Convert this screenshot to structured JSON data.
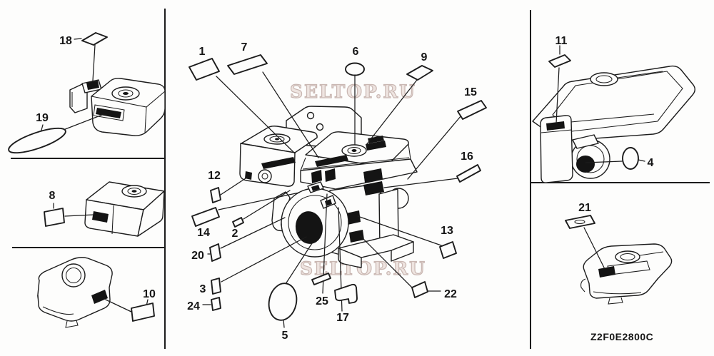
{
  "figure": {
    "part_code": "Z2F0E2800C",
    "watermark": {
      "text": "SELTOP.RU",
      "color": "#cbbab5"
    },
    "ink_color": "#1c1c1c",
    "callouts": {
      "n1": "1",
      "n2": "2",
      "n3": "3",
      "n4": "4",
      "n5": "5",
      "n6": "6",
      "n7": "7",
      "n8": "8",
      "n9": "9",
      "n10": "10",
      "n11": "11",
      "n12": "12",
      "n13": "13",
      "n14": "14",
      "n15": "15",
      "n16": "16",
      "n17": "17",
      "n18": "18",
      "n19": "19",
      "n20": "20",
      "n21": "21",
      "n22": "22",
      "n24": "24",
      "n25": "25"
    }
  }
}
